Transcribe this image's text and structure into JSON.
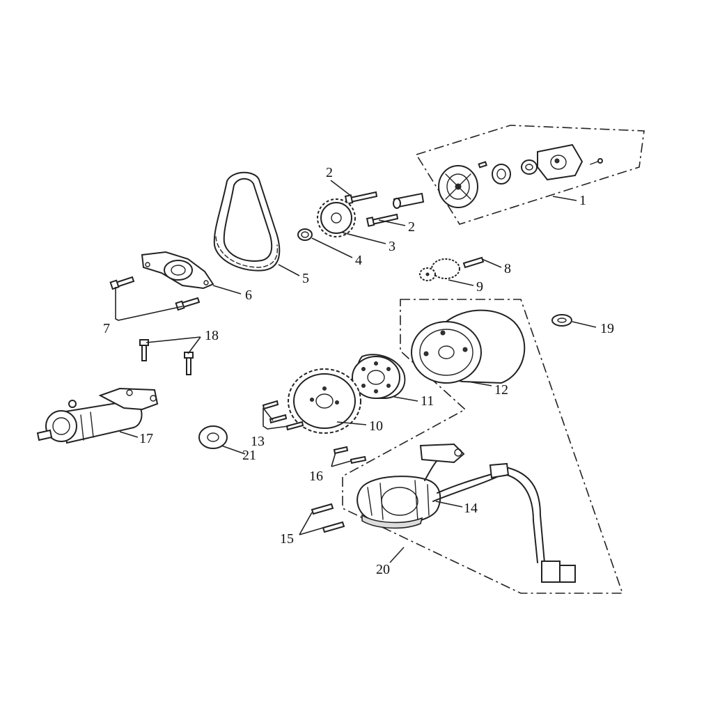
{
  "callouts": {
    "c1": "1",
    "c2a": "2",
    "c2b": "2",
    "c3": "3",
    "c4": "4",
    "c5": "5",
    "c6": "6",
    "c7": "7",
    "c8": "8",
    "c9": "9",
    "c10": "10",
    "c11": "11",
    "c12": "12",
    "c13": "13",
    "c14": "14",
    "c15": "15",
    "c16": "16",
    "c17": "17",
    "c18": "18",
    "c19": "19",
    "c20": "20",
    "c21": "21"
  }
}
